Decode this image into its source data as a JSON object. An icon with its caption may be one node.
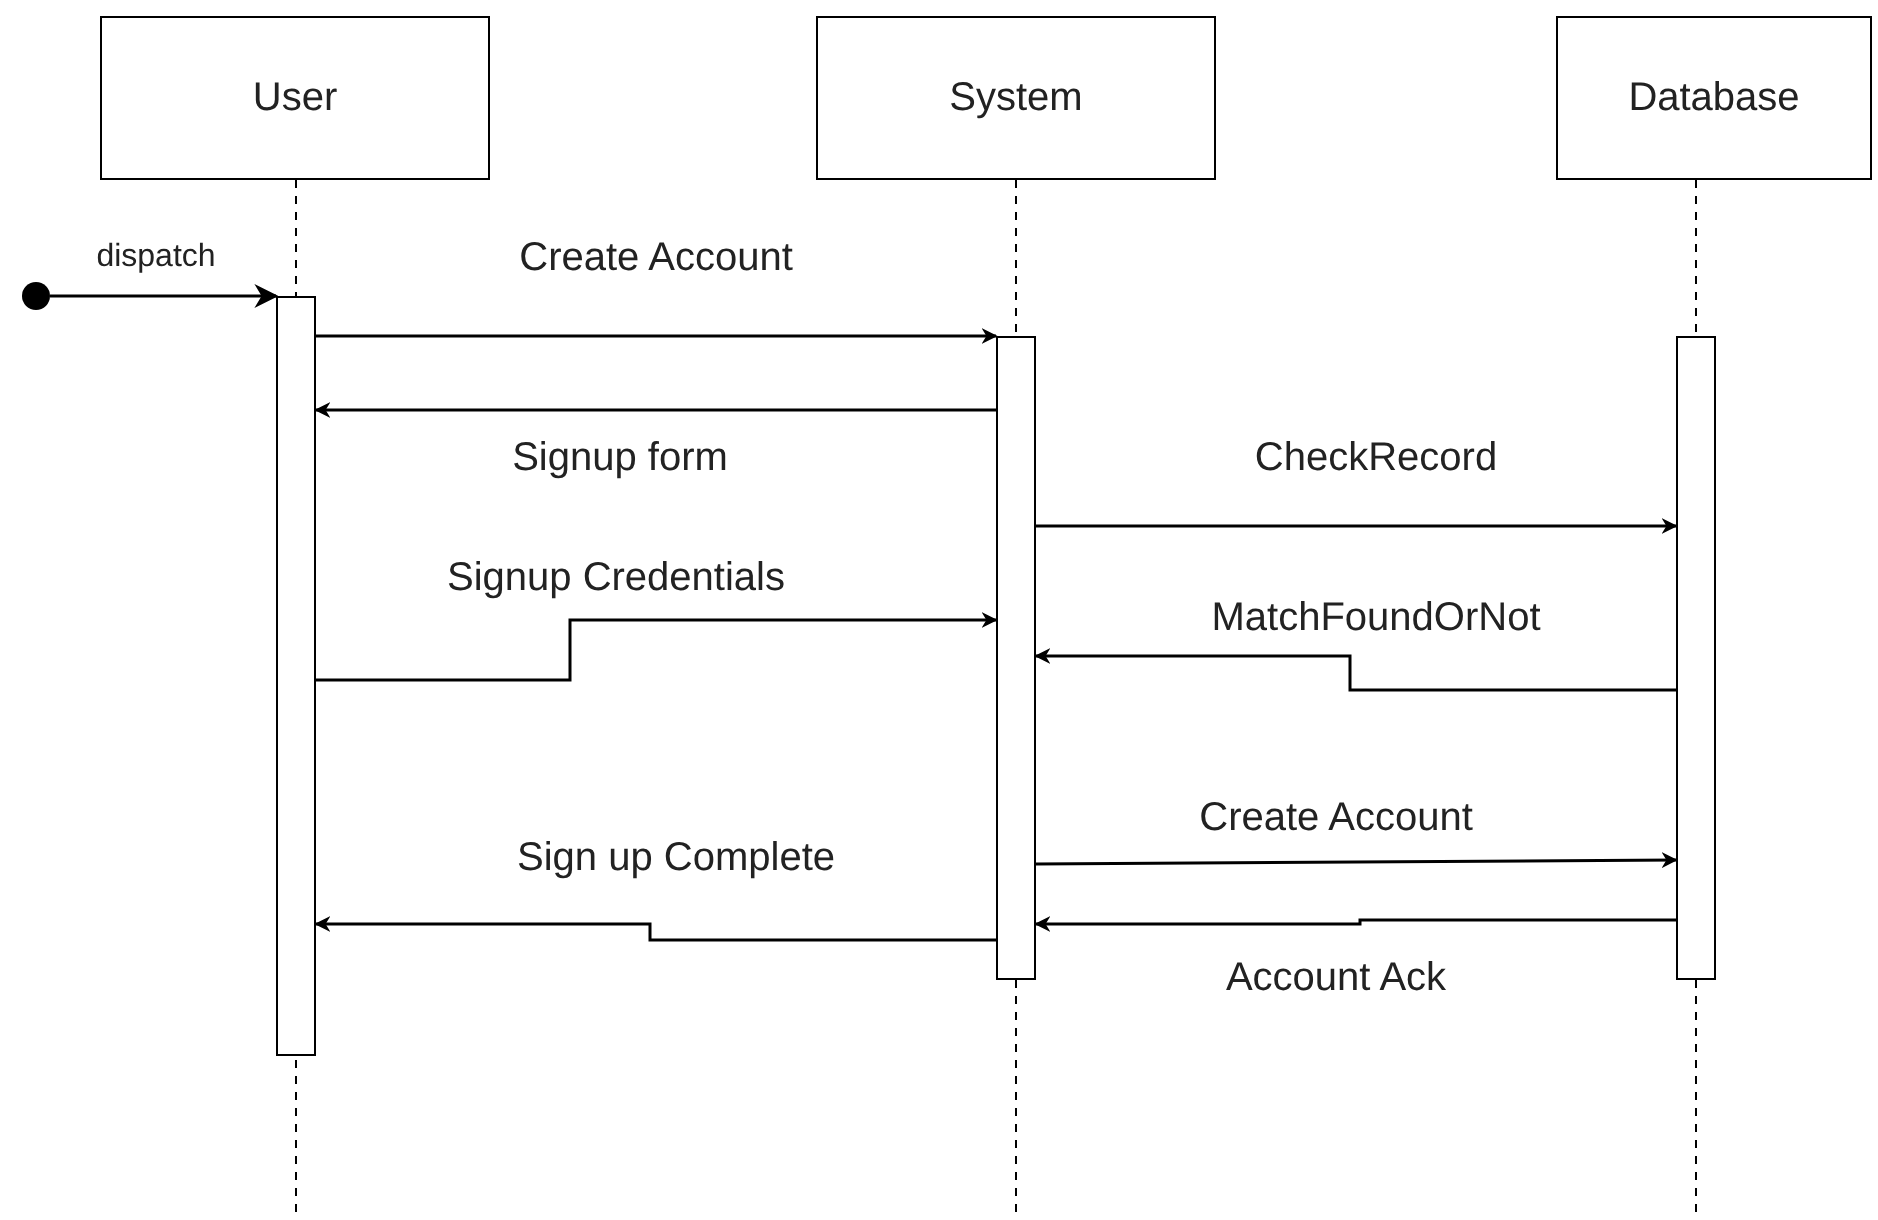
{
  "diagram": {
    "nodes": [
      {
        "text": [
          "User"
        ]
      },
      {
        "text": [
          "System"
        ]
      },
      {
        "text": [
          "Database"
        ]
      },
      {
        "text": [],
        "shape": "circle"
      },
      {
        "text": [],
        "shape": "bar"
      },
      {
        "text": [],
        "shape": "bar"
      },
      {
        "text": [],
        "shape": "bar"
      }
    ],
    "edges": [
      {
        "from": 3,
        "to": 4,
        "arrow": "to",
        "label": "dispatch"
      },
      {
        "from": 4,
        "to": 5,
        "arrow": "to",
        "label": "Create Account"
      },
      {
        "from": 5,
        "to": 4,
        "arrow": "to",
        "label": "Signup form"
      },
      {
        "from": 5,
        "to": 6,
        "arrow": "to",
        "label": "CheckRecord"
      },
      {
        "from": 4,
        "to": 5,
        "arrow": "to",
        "label": "Signup Credentials"
      },
      {
        "from": 6,
        "to": 5,
        "arrow": "to",
        "label": "MatchFoundOrNot"
      },
      {
        "from": 5,
        "to": 6,
        "arrow": "to",
        "label": "Create Account"
      },
      {
        "from": 5,
        "to": 4,
        "arrow": "to",
        "label": "Sign up Complete"
      },
      {
        "from": 6,
        "to": 5,
        "arrow": "to",
        "label": "Account Ack"
      }
    ]
  }
}
